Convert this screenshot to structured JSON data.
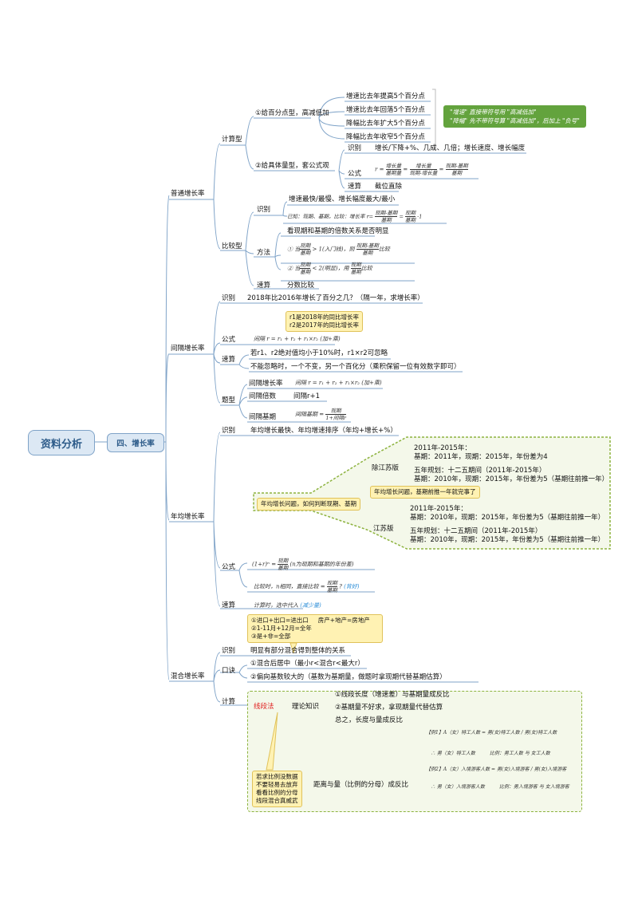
{
  "root": "资料分析",
  "l1": "四、增长率",
  "s1": {
    "title": "普通增长率",
    "calc": "计算型",
    "b1": "①给百分点型，高减低加",
    "b1_items": [
      "增速比去年提高5个百分点",
      "增速比去年回落5个百分点",
      "降幅比去年扩大5个百分点",
      "降幅比去年收窄5个百分点"
    ],
    "note_green_1": "\"增速\" 直接带符号用 \"高减低加\"",
    "note_green_2": "\"降幅\" 先不带符号算 \"高减低加\"，后加上 \"负号\"",
    "b2": "②给具体量型，套公式观",
    "ident": "识别",
    "ident_text": "增长/下降+%、几成、几倍；增长速度、增长幅度",
    "formula": "公式",
    "formula_hw": "r = 增长量/基期量 = 增长量/现期-增长量 = 现期-基期/基期",
    "speed": "速算",
    "speed_text": "截位直除",
    "compare": "比较型",
    "c_ident": "识别",
    "c_ident_text": "增速最快/最慢、增长幅度最大/最小",
    "c_ident_hw": "已知：现期、基期，比较：增长率 r= 现期-基期/基期 = 现期/基期 - 1",
    "c_method_title": "看现期和基期的倍数关系是否明显",
    "c_method": "方法",
    "c_method_hw1": "① 当 现期/基期 > 1(入门线)，则 现期-基期/基期 比较",
    "c_method_hw2": "② 当 现期/基期 < 2(明显)，用 现期/基期 比较",
    "c_speed": "速算",
    "c_speed_text": "分数比较"
  },
  "s2": {
    "title": "间隔增长率",
    "ident": "识别",
    "ident_text": "2018年比2016年增长了百分之几？（隔一年，求增长率）",
    "note_1": "r1是2018年的同比增长率",
    "note_2": "r2是2017年的同比增长率",
    "formula": "公式",
    "formula_hw": "间隔 r = r₁ + r₂ + r₁×r₂ (加+乘)",
    "speed": "速算",
    "speed_1": "若r1、r2绝对值均小于10%时，r1×r2可忽略",
    "speed_2": "不能忽略时，一个不变，另一个百化分（乘积保留一位有效数字即可）",
    "type": "题型",
    "t1": "间隔增长率",
    "t1_hw": "间隔 r = r₁ + r₂ + r₁×r₂ (加+乘)",
    "t2": "间隔倍数",
    "t2_text": "间隔r+1",
    "t3": "间隔基期",
    "t3_hw": "间隔基期 = 现期 / (1+间隔r)"
  },
  "s3": {
    "title": "年均增长率",
    "ident": "识别",
    "ident_text": "年均增长最快、年均增速排序（年均+增长+%）",
    "note_q": "年均增长问题，如何判断现期、基期",
    "ex_js": "除江苏版",
    "ex_js_a1": "2011年-2015年：",
    "ex_js_a2": "基期：2011年，现期：2015年，年份差为4",
    "ex_js_b1": "五年规划：十二五期间（2011年-2015年）",
    "ex_js_b2": "基期：2010年，现期：2015年，年份差为5（基期往前推一年）",
    "note_js": "年均增长问题，基期前推一年就完事了",
    "js": "江苏版",
    "js_a1": "2011年-2015年：",
    "js_a2": "基期：2010年，现期：2015年，年份差为5（基期往前推一年）",
    "js_b1": "五年规划：十二五期间（2011年-2015年）",
    "js_b2": "基期：2010年，现期：2015年，年份差为5（基期往前推一年）",
    "formula": "公式",
    "formula_hw1": "(1+r)ⁿ = 现期/基期 (n为现期和基期的年份差)",
    "formula_hw2": "比较时，n相同，直接比较 = 现期/基期 ?",
    "formula_hw2_tail": "(背好)",
    "speed": "速算",
    "speed_hw": "计算时，选中代入",
    "speed_hw_tail": "(减少量)"
  },
  "note_mix_1": "①进口+出口=进出口",
  "note_mix_1b": "房产+地产=房地产",
  "note_mix_2": "②1-11月+12月=全年",
  "note_mix_3": "③是+非=全部",
  "s4": {
    "title": "混合增长率",
    "ident": "识别",
    "ident_text": "明显有部分混合得到整体的关系",
    "kj": "口诀",
    "kj_1": "①混合后居中（最小r<混合r<最大r）",
    "kj_2": "②偏向基数较大的（基数为基期量，做题时拿现期代替基期估算）",
    "calc": "计算",
    "line_method": "线段法",
    "theory": "理论知识",
    "th_1": "①线段长度（增速差）与基期量成反比",
    "th_2": "②基期量不好求，拿现期量代替估算",
    "th_3": "总之，长度与量成反比",
    "note_line_1": "若求比例没数据",
    "note_line_2": "不要轻易去放弃",
    "note_line_3": "看看比例的分母",
    "note_line_4": "线段混合真威武",
    "dist": "距离与量（比例的分母）成反比",
    "ex1_hw": "【例1】A（女）特工人数 = 男(女)特工人数 / 男(女)特工人数",
    "ex1_hw2": "∴ 男（女）特工人数　　　比例：男工人数 与 女工人数",
    "ex2_hw": "【例2】A（女）入境游客人数 = 男(女)入境游客 / 男(女)入境游客",
    "ex2_hw2": "∴ 男（女）入境游客人数　　　比例：男入境游客 与 女入境游客"
  }
}
